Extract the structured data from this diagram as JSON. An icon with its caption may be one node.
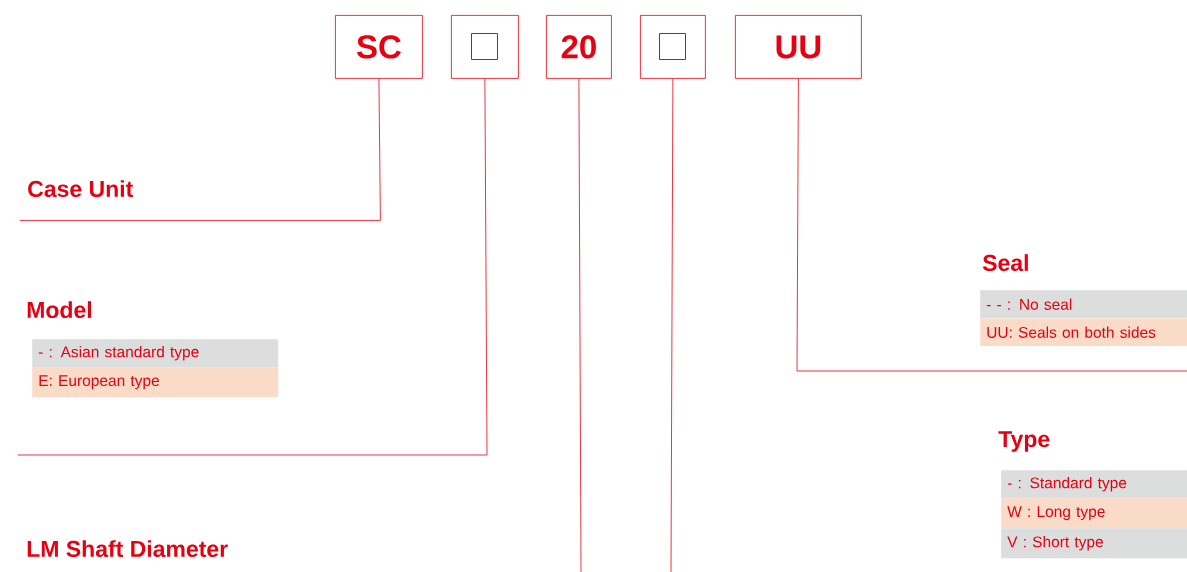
{
  "diagram": {
    "nodes": [
      {
        "text": [
          "SC"
        ]
      },
      {
        "text": [],
        "shape": "box"
      },
      {
        "text": [
          "20"
        ]
      },
      {
        "text": [],
        "shape": "box"
      },
      {
        "text": [
          "UU"
        ]
      },
      {
        "text": [
          "Case Unit"
        ]
      },
      {
        "text": [
          "Seal"
        ]
      },
      {
        "text": [
          "- - : No seal"
        ]
      },
      {
        "text": [
          "UU: Seals on both sides"
        ]
      },
      {
        "text": [
          "Model"
        ]
      },
      {
        "text": [
          "- : Asian standard type"
        ]
      },
      {
        "text": [
          "E: European type"
        ]
      },
      {
        "text": [
          "Type"
        ]
      },
      {
        "text": [
          "- : Standard type"
        ]
      },
      {
        "text": [
          "W : Long type"
        ]
      },
      {
        "text": [
          "V : Short type"
        ]
      },
      {
        "text": [
          "LM Shaft Diameter"
        ]
      }
    ],
    "edges": [
      {
        "from": 0,
        "to": 5,
        "arrow": "none"
      },
      {
        "from": 1,
        "to": null,
        "arrow": "none"
      },
      {
        "from": 2,
        "to": null,
        "arrow": "none"
      },
      {
        "from": 3,
        "to": null,
        "arrow": "none"
      },
      {
        "from": 4,
        "to": null,
        "arrow": "none"
      }
    ]
  }
}
